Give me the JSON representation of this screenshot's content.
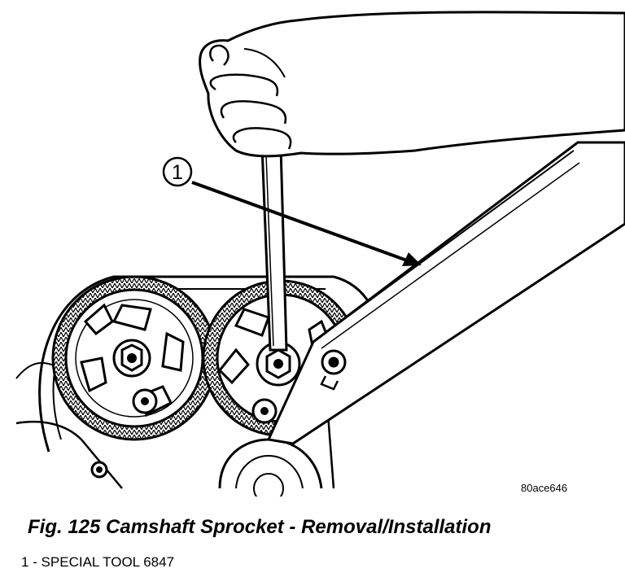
{
  "callout": "1",
  "ref_code": "80ace646",
  "caption": "Fig. 125 Camshaft Sprocket - Removal/Installation",
  "legend": "1 - SPECIAL TOOL 6847"
}
